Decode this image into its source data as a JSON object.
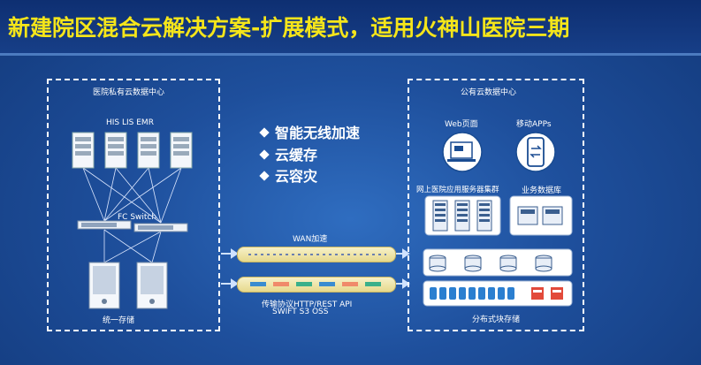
{
  "title": "新建院区混合云解决方案-扩展模式，适用火神山医院三期",
  "private_cloud": {
    "title": "医院私有云数据中心",
    "systems_label": "HIS LIS EMR",
    "switch_label": "FC Switch",
    "storage_label": "统一存储"
  },
  "bullets": [
    "智能无线加速",
    "云缓存",
    "云容灾"
  ],
  "links": {
    "wan_label": "WAN加速",
    "protocol_line1": "传输协议HTTP/REST API",
    "protocol_line2": "SWIFT S3 OSS"
  },
  "public_cloud": {
    "title": "公有云数据中心",
    "web_label": "Web页面",
    "mobile_label": "移动APPs",
    "cluster_label": "网上医院应用服务器集群",
    "db_label": "业务数据库",
    "distributed_label": "分布式块存储"
  },
  "colors": {
    "title": "#f5e51a",
    "background": "#1e4f9c",
    "panel_border": "#ffffff",
    "bar_fill": "#f0e6a8"
  }
}
